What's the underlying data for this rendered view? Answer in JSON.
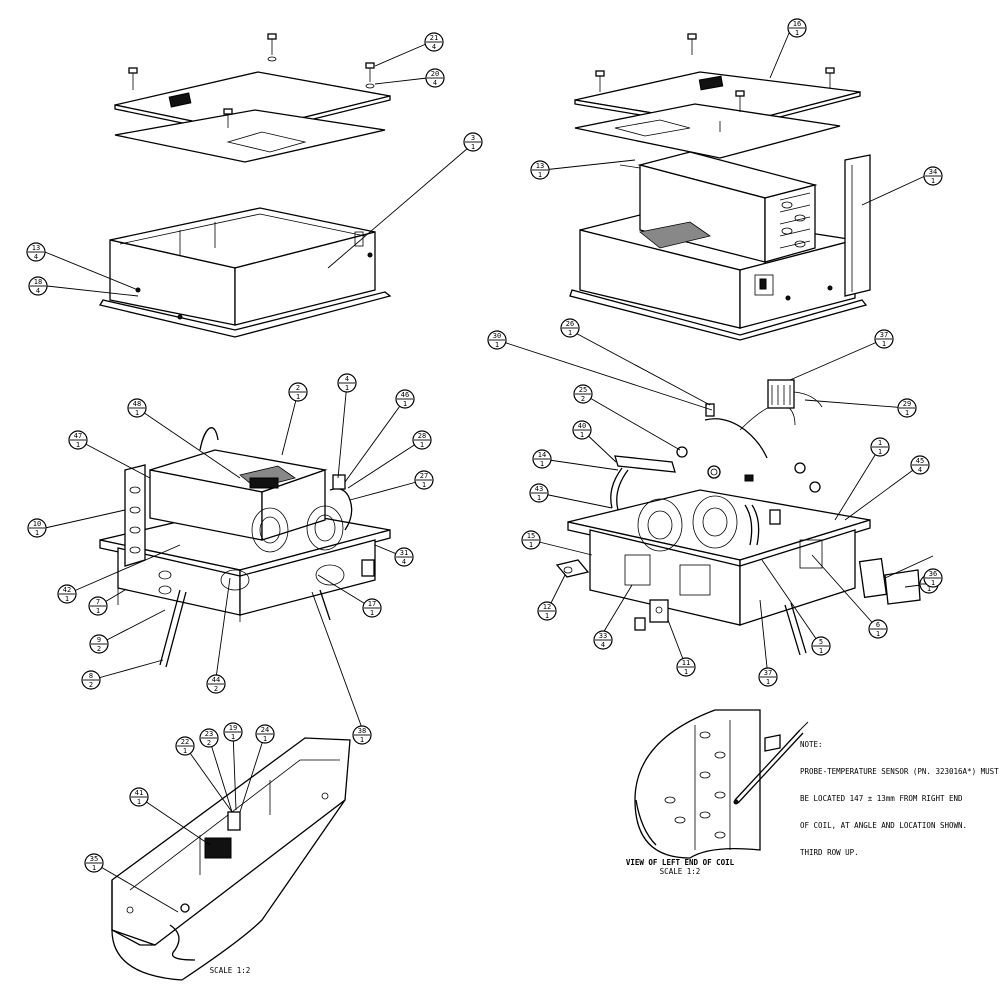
{
  "note": {
    "heading": "NOTE:",
    "lines": [
      "PROBE-TEMPERATURE SENSOR (PN. 323016A*) MUST",
      "BE LOCATED 147 ± 13mm FROM RIGHT END",
      "OF COIL, AT ANGLE AND LOCATION SHOWN.",
      "THIRD ROW UP."
    ]
  },
  "detail_view": {
    "title": "VIEW OF LEFT END OF COIL",
    "scale": "SCALE 1:2"
  },
  "bottom_scale": "SCALE 1:2",
  "balloons": [
    {
      "id": "b-21",
      "top": "21",
      "bottom": "4"
    },
    {
      "id": "b-20",
      "top": "20",
      "bottom": "4"
    },
    {
      "id": "b-3",
      "top": "3",
      "bottom": "1"
    },
    {
      "id": "b-13a",
      "top": "13",
      "bottom": "4"
    },
    {
      "id": "b-18a",
      "top": "18",
      "bottom": "4"
    },
    {
      "id": "b-16",
      "top": "16",
      "bottom": "1"
    },
    {
      "id": "b-13b",
      "top": "13",
      "bottom": "1"
    },
    {
      "id": "b-34",
      "top": "34",
      "bottom": "1"
    },
    {
      "id": "b-2",
      "top": "2",
      "bottom": "1"
    },
    {
      "id": "b-4",
      "top": "4",
      "bottom": "1"
    },
    {
      "id": "b-46",
      "top": "46",
      "bottom": "1"
    },
    {
      "id": "b-48",
      "top": "48",
      "bottom": "1"
    },
    {
      "id": "b-47",
      "top": "47",
      "bottom": "1"
    },
    {
      "id": "b-28",
      "top": "28",
      "bottom": "1"
    },
    {
      "id": "b-27",
      "top": "27",
      "bottom": "1"
    },
    {
      "id": "b-10",
      "top": "10",
      "bottom": "1"
    },
    {
      "id": "b-31",
      "top": "31",
      "bottom": "4"
    },
    {
      "id": "b-42",
      "top": "42",
      "bottom": "1"
    },
    {
      "id": "b-7",
      "top": "7",
      "bottom": "1"
    },
    {
      "id": "b-9",
      "top": "9",
      "bottom": "2"
    },
    {
      "id": "b-8",
      "top": "8",
      "bottom": "2"
    },
    {
      "id": "b-44",
      "top": "44",
      "bottom": "2"
    },
    {
      "id": "b-17",
      "top": "17",
      "bottom": "1"
    },
    {
      "id": "b-38",
      "top": "38",
      "bottom": "1"
    },
    {
      "id": "b-30",
      "top": "30",
      "bottom": "1"
    },
    {
      "id": "b-26",
      "top": "26",
      "bottom": "1"
    },
    {
      "id": "b-37",
      "top": "37",
      "bottom": "1"
    },
    {
      "id": "b-29",
      "top": "29",
      "bottom": "1"
    },
    {
      "id": "b-25",
      "top": "25",
      "bottom": "2"
    },
    {
      "id": "b-40",
      "top": "40",
      "bottom": "1"
    },
    {
      "id": "b-14",
      "top": "14",
      "bottom": "1"
    },
    {
      "id": "b-43",
      "top": "43",
      "bottom": "1"
    },
    {
      "id": "b-1",
      "top": "1",
      "bottom": "1"
    },
    {
      "id": "b-45",
      "top": "45",
      "bottom": "4"
    },
    {
      "id": "b-15",
      "top": "15",
      "bottom": "1"
    },
    {
      "id": "b-32",
      "top": "32",
      "bottom": "1"
    },
    {
      "id": "b-12",
      "top": "12",
      "bottom": "1"
    },
    {
      "id": "b-36",
      "top": "36",
      "bottom": "1"
    },
    {
      "id": "b-33",
      "top": "33",
      "bottom": "4"
    },
    {
      "id": "b-11",
      "top": "11",
      "bottom": "1"
    },
    {
      "id": "b-5",
      "top": "5",
      "bottom": "1"
    },
    {
      "id": "b-6",
      "top": "6",
      "bottom": "1"
    },
    {
      "id": "b-37b",
      "top": "37",
      "bottom": "1"
    },
    {
      "id": "b-22",
      "top": "22",
      "bottom": "1"
    },
    {
      "id": "b-23",
      "top": "23",
      "bottom": "2"
    },
    {
      "id": "b-19",
      "top": "19",
      "bottom": "1"
    },
    {
      "id": "b-24",
      "top": "24",
      "bottom": "1"
    },
    {
      "id": "b-41",
      "top": "41",
      "bottom": "1"
    },
    {
      "id": "b-35",
      "top": "35",
      "bottom": "1"
    }
  ]
}
